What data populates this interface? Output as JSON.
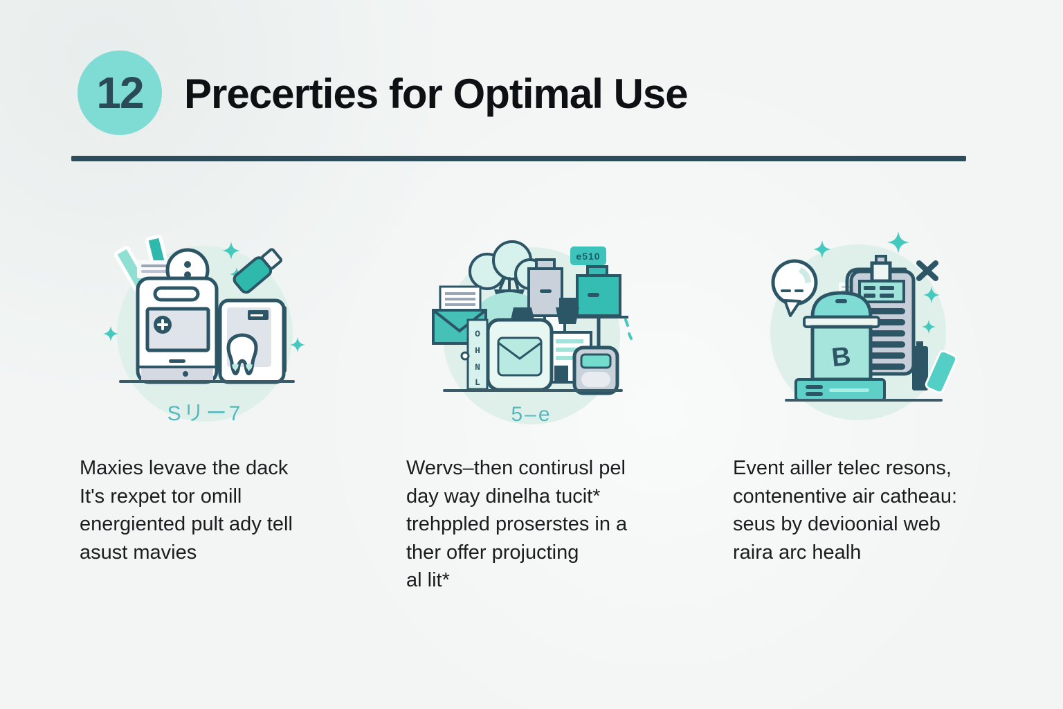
{
  "page": {
    "badge_number": "12",
    "title": "Precerties for Optimal Use"
  },
  "columns": [
    {
      "caption": "Sリー7",
      "lines": [
        "Maxies levave the dack",
        "It's rexpet tor omill",
        "energiented pult ady tell",
        "asust mavies"
      ]
    },
    {
      "caption": "5–e",
      "lines": [
        "Wervs–then contirusl pel",
        "day way dinelha tucit*",
        "trehppled proserstes in a",
        "ther offer projucting",
        "al lit*"
      ]
    },
    {
      "caption": "",
      "lines": [
        "Event ailler telec resons,",
        "contenentive air catheau:",
        "seus by devioonial web",
        "raira arc healh"
      ]
    }
  ],
  "illustrations": {
    "price_badge_label": "e510",
    "bin_letter": "B",
    "vertical_label_chars": [
      "O",
      "H",
      "N",
      "L"
    ]
  },
  "colors": {
    "page_bg": "#f2f5f4",
    "badge_fill": "#7edcd4",
    "dark_slate": "#2c5565",
    "divider": "#2e4b5a",
    "accent_teal": "#3fc0b6",
    "teal_light": "#a9e6dd",
    "circle_bg": "#dff0eb",
    "caption_teal": "#55b8be",
    "title_color": "#0e1113",
    "body_text": "#1b1c1d"
  }
}
